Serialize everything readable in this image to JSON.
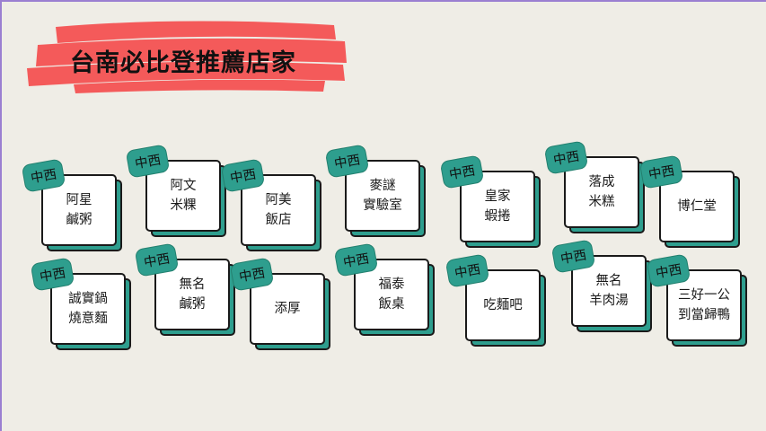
{
  "header": {
    "title": "台南必比登推薦店家"
  },
  "colors": {
    "accent": "#2e9e8e",
    "highlight": "#f45a5a",
    "background": "#efede6"
  },
  "tag_label": "中西",
  "stores": [
    {
      "name": "阿星\n鹹粥"
    },
    {
      "name": "阿文\n米粿"
    },
    {
      "name": "阿美\n飯店"
    },
    {
      "name": "麥謎\n實驗室"
    },
    {
      "name": "皇家\n蝦捲"
    },
    {
      "name": "落成\n米糕"
    },
    {
      "name": "博仁堂"
    },
    {
      "name": "誠實鍋\n燒意麵"
    },
    {
      "name": "無名\n鹹粥"
    },
    {
      "name": "添厚"
    },
    {
      "name": "福泰\n飯桌"
    },
    {
      "name": "吃麵吧"
    },
    {
      "name": "無名\n羊肉湯"
    },
    {
      "name": "三好一公\n到當歸鴨"
    }
  ]
}
